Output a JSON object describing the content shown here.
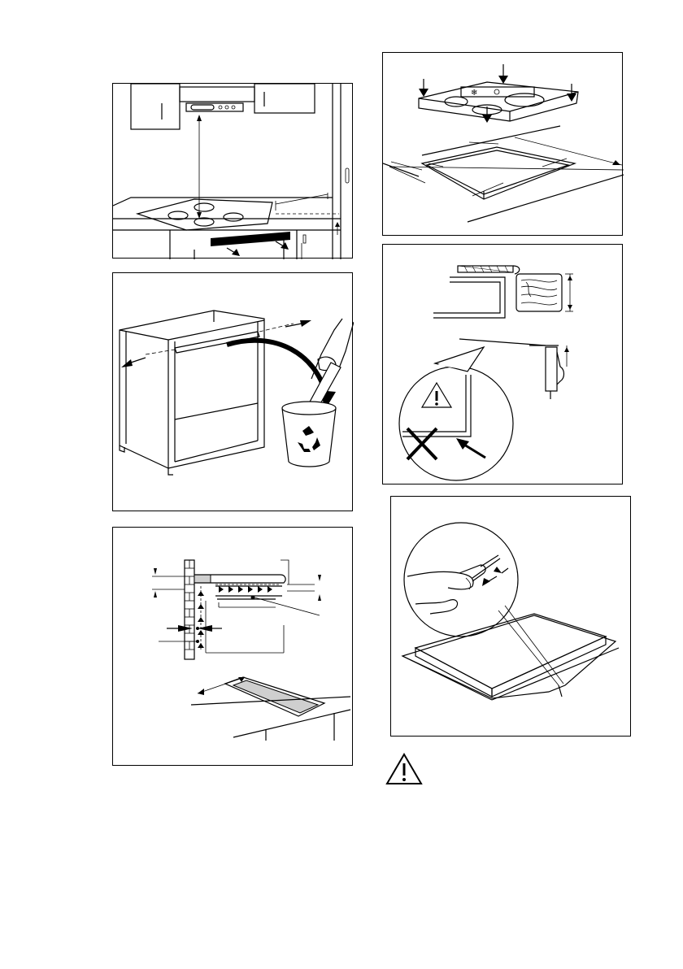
{
  "figures": [
    {
      "id": "hood-clearance"
    },
    {
      "id": "remove-cabinet-bar"
    },
    {
      "id": "ventilation-airflow"
    },
    {
      "id": "place-hob-in-cutout"
    },
    {
      "id": "seal-edge-detail"
    },
    {
      "id": "apply-sealing-strip"
    }
  ],
  "warning_icon": "warning-triangle-icon"
}
